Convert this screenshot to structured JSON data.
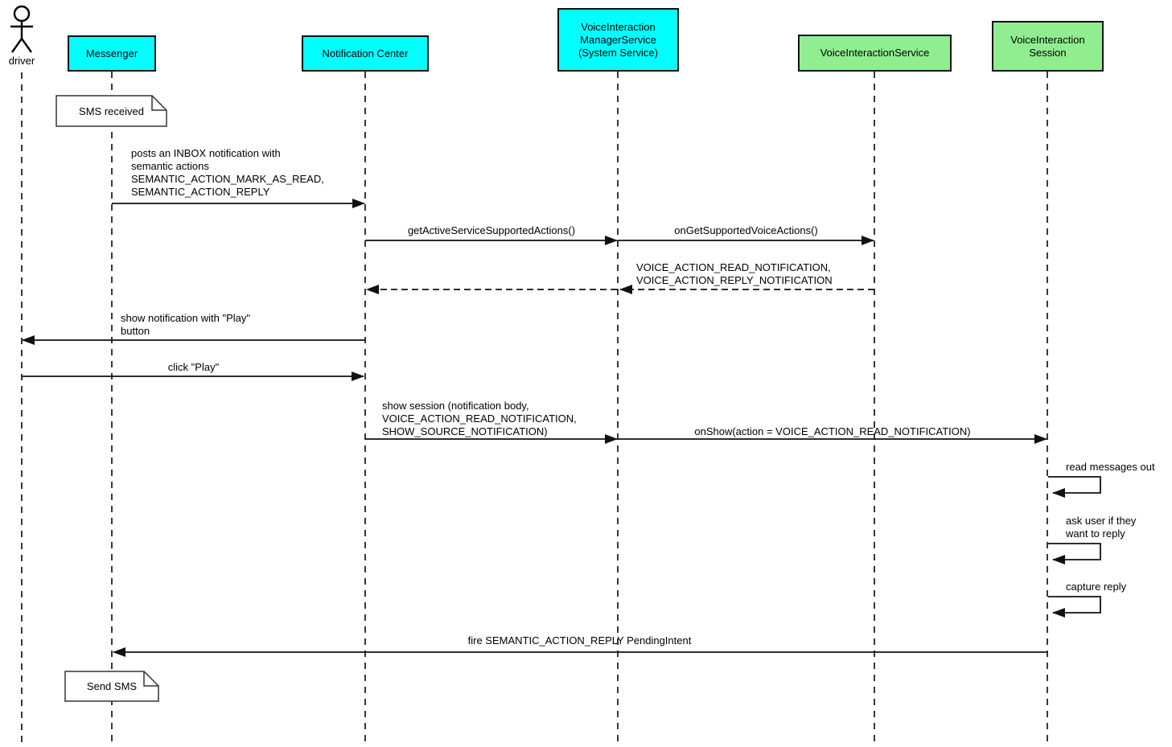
{
  "diagram": {
    "type": "uml-sequence",
    "colors": {
      "system_participant_fill": "#00FFFF",
      "voice_participant_fill": "#90EE90",
      "line": "#111111",
      "note_fill": "#FFFFFF",
      "background": "#FFFFFF"
    },
    "actor": {
      "label": "driver"
    },
    "participants": [
      {
        "id": "messenger",
        "label": "Messenger",
        "fill": "#00FFFF"
      },
      {
        "id": "notification-center",
        "label": "Notification Center",
        "fill": "#00FFFF"
      },
      {
        "id": "voice-interaction-manager-service",
        "label": "VoiceInteraction\nManagerService\n(System Service)",
        "fill": "#00FFFF"
      },
      {
        "id": "voice-interaction-service",
        "label": "VoiceInteractionService",
        "fill": "#90EE90"
      },
      {
        "id": "voice-interaction-session",
        "label": "VoiceInteraction\nSession",
        "fill": "#90EE90"
      }
    ],
    "notes": [
      {
        "attached_to": "messenger",
        "text": "SMS received"
      },
      {
        "attached_to": "messenger",
        "text": "Send SMS"
      }
    ],
    "messages": [
      {
        "from": "messenger",
        "to": "notification-center",
        "style": "solid",
        "text": "posts an INBOX notification with\nsemantic actions\nSEMANTIC_ACTION_MARK_AS_READ,\nSEMANTIC_ACTION_REPLY"
      },
      {
        "from": "notification-center",
        "to": "voice-interaction-manager-service",
        "style": "solid",
        "text": "getActiveServiceSupportedActions()"
      },
      {
        "from": "voice-interaction-manager-service",
        "to": "voice-interaction-service",
        "style": "solid",
        "text": "onGetSupportedVoiceActions()"
      },
      {
        "from": "voice-interaction-service",
        "to": "notification-center",
        "style": "dashed-return",
        "text": "VOICE_ACTION_READ_NOTIFICATION,\nVOICE_ACTION_REPLY_NOTIFICATION"
      },
      {
        "from": "notification-center",
        "to": "driver",
        "style": "solid",
        "text": "show notification with \"Play\"\nbutton"
      },
      {
        "from": "driver",
        "to": "notification-center",
        "style": "solid",
        "text": "click \"Play\""
      },
      {
        "from": "notification-center",
        "to": "voice-interaction-manager-service",
        "style": "solid",
        "text": "show session (notification body,\nVOICE_ACTION_READ_NOTIFICATION,\nSHOW_SOURCE_NOTIFICATION)"
      },
      {
        "from": "voice-interaction-manager-service",
        "to": "voice-interaction-session",
        "style": "solid",
        "text": "onShow(action = VOICE_ACTION_READ_NOTIFICATION)"
      },
      {
        "from": "voice-interaction-session",
        "to": "voice-interaction-session",
        "style": "self",
        "text": "read messages out"
      },
      {
        "from": "voice-interaction-session",
        "to": "voice-interaction-session",
        "style": "self",
        "text": "ask user if they\nwant to reply"
      },
      {
        "from": "voice-interaction-session",
        "to": "voice-interaction-session",
        "style": "self",
        "text": "capture reply"
      },
      {
        "from": "voice-interaction-session",
        "to": "messenger",
        "style": "solid",
        "text": "fire SEMANTIC_ACTION_REPLY PendingIntent"
      }
    ]
  }
}
